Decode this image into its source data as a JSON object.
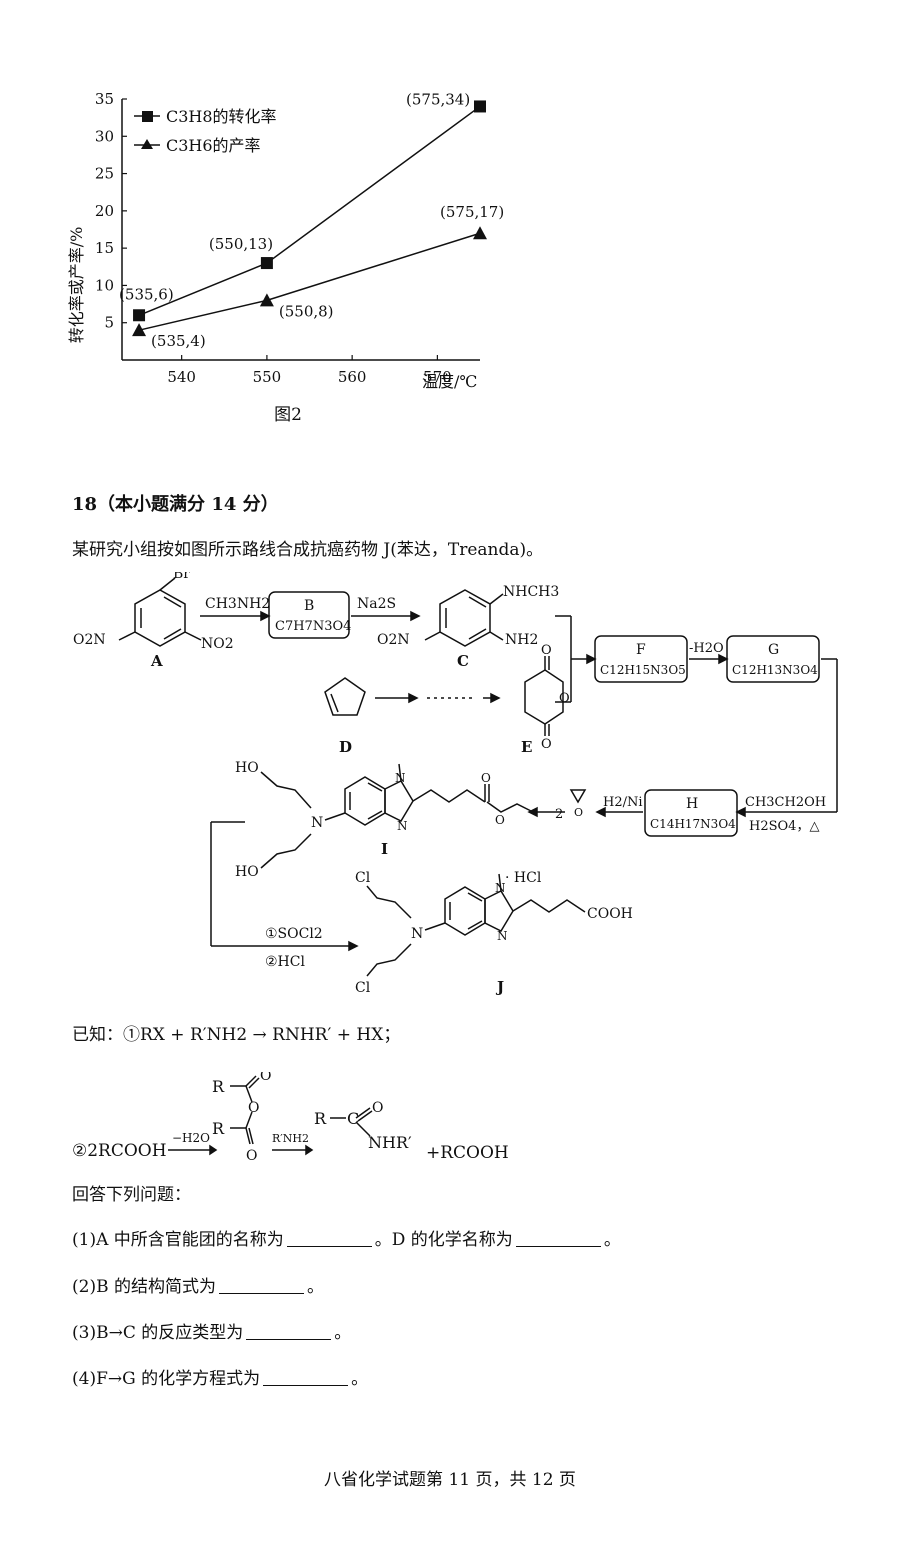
{
  "chart_data": {
    "type": "line",
    "xlabel": "温度/℃",
    "ylabel": "转化率或产率/%",
    "caption": "图2",
    "xlim": [
      533,
      575
    ],
    "ylim": [
      0,
      35
    ],
    "xticks": [
      540,
      550,
      560,
      570
    ],
    "yticks": [
      5,
      10,
      15,
      20,
      25,
      30,
      35
    ],
    "legend_position": "top-left",
    "grid": false,
    "series": [
      {
        "name": "C3H8的转化率",
        "marker": "square",
        "x": [
          535,
          550,
          575
        ],
        "y": [
          6,
          13,
          34
        ],
        "labels": [
          "(535,6)",
          "(550,13)",
          "(575,34)"
        ]
      },
      {
        "name": "C3H6的产率",
        "marker": "triangle",
        "x": [
          535,
          550,
          575
        ],
        "y": [
          4,
          8,
          17
        ],
        "labels": [
          "(535,4)",
          "(550,8)",
          "(575,17)"
        ]
      }
    ]
  },
  "question": {
    "title": "18（本小题满分 14 分）",
    "intro": "某研究小组按如图所示路线合成抗癌药物 J(苯达，Treanda)。"
  },
  "scheme": {
    "A": "A",
    "B": "B",
    "C": "C",
    "D": "D",
    "E": "E",
    "F": "F",
    "G": "G",
    "H": "H",
    "I": "I",
    "J": "J",
    "B_formula": "C7H7N3O4",
    "F_formula": "C12H15N3O5",
    "G_formula": "C12H13N3O4",
    "H_formula": "C14H17N3O4",
    "r_ch3nh2": "CH3NH2",
    "r_na2s": "Na2S",
    "r_h2o": "-H2O",
    "r_ethanol": "CH3CH2OH",
    "r_h2so4": "H2SO4，△",
    "r_h2ni": "H2/Ni",
    "r_epox": "2",
    "r_socl2": "①SOCl2",
    "r_hcl": "②HCl",
    "hcl_salt": "· HCl",
    "Br": "Br",
    "O2N": "O2N",
    "NO2": "NO2",
    "NHCH3": "NHCH3",
    "NH2": "NH2",
    "HO": "HO",
    "N": "N",
    "O": "O",
    "Cl": "Cl",
    "COOH": "COOH"
  },
  "known": {
    "label": "已知：",
    "rule1": "①RX + R′NH2 → RNHR′ + HX；",
    "rule2_lhs": "②2RCOOH",
    "rule2_cond1": "−H2O",
    "rule2_cond2": "R′NH2",
    "rule2_r": "R",
    "rule2_o": "O",
    "rule2_c": "C",
    "rule2_nhr": "NHR′",
    "rule2_rhs": "+RCOOH"
  },
  "questions": {
    "ask": "回答下列问题：",
    "q1a": "(1)A 中所含官能团的名称为",
    "q1b": "。D 的化学名称为",
    "q1c": "。",
    "q2a": "(2)B 的结构简式为",
    "q2b": "。",
    "q3a": "(3)B→C 的反应类型为",
    "q3b": "。",
    "q4a": "(4)F→G 的化学方程式为",
    "q4b": "。"
  },
  "footer": "八省化学试题第 11 页，共 12 页"
}
